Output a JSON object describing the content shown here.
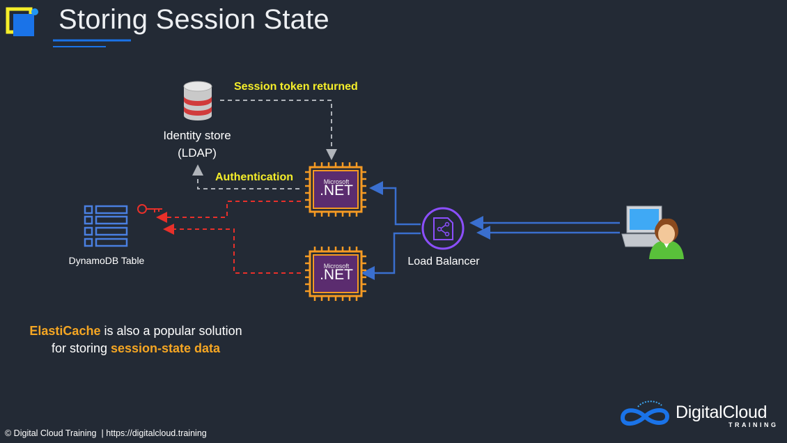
{
  "slide": {
    "title": "Storing Session State",
    "colors": {
      "background": "#232a35",
      "accent_blue": "#1a73e8",
      "highlight_yellow": "#f5ee2a",
      "highlight_orange": "#f5a623",
      "chip_purple": "#5b2c6f",
      "chip_orange": "#f59a23",
      "red_dashed": "#e8302a",
      "load_balancer_purple": "#8c4fff"
    }
  },
  "diagram": {
    "identity_store": {
      "label_line1": "Identity store",
      "label_line2": "(LDAP)",
      "icon": "database-icon"
    },
    "session_token_label": "Session token returned",
    "authentication_label": "Authentication",
    "dotnet_chip": {
      "brand": "Microsoft",
      "text": ".NET"
    },
    "dynamodb_label": "DynamoDB Table",
    "load_balancer_label": "Load Balancer",
    "user_icon": "laptop-user-icon",
    "key_icon": "key-icon"
  },
  "note": {
    "part1": "ElastiCache",
    "part2": " is also a popular solution",
    "part3": "for storing ",
    "part4": "session-state data"
  },
  "footer": {
    "copyright": "© Digital Cloud Training",
    "separator": "|",
    "url": "https://digitalcloud.training"
  },
  "brand": {
    "name": "DigitalCloud",
    "sub": "TRAINING"
  }
}
